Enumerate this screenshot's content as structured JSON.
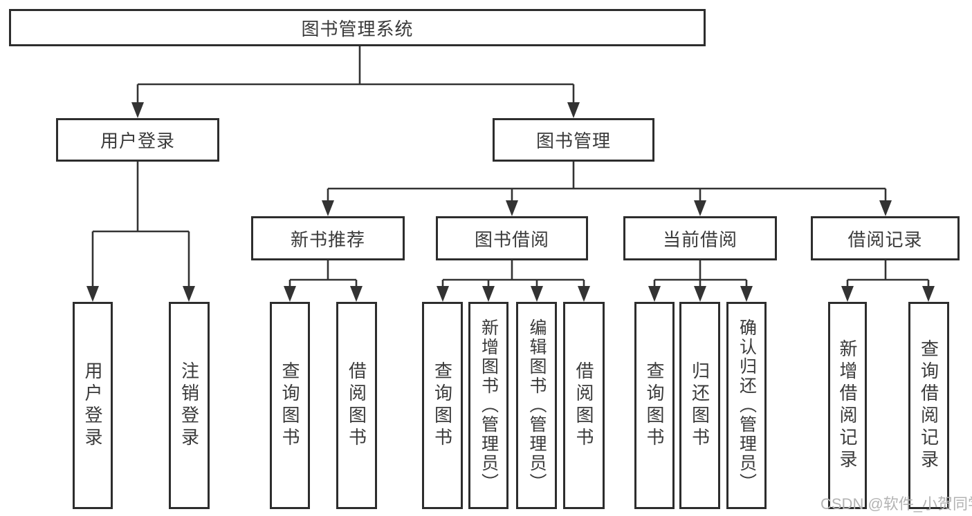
{
  "diagram": {
    "root": {
      "label": "图书管理系统"
    },
    "branches": [
      {
        "label": "用户登录",
        "children": [
          {
            "label": "用户登录"
          },
          {
            "label": "注销登录"
          }
        ]
      },
      {
        "label": "图书管理",
        "groups": [
          {
            "label": "新书推荐",
            "children": [
              {
                "label": "查询图书"
              },
              {
                "label": "借阅图书"
              }
            ]
          },
          {
            "label": "图书借阅",
            "children": [
              {
                "label": "查询图书"
              },
              {
                "label": "新增图书（管理员）"
              },
              {
                "label": "编辑图书（管理员）"
              },
              {
                "label": "借阅图书"
              }
            ]
          },
          {
            "label": "当前借阅",
            "children": [
              {
                "label": "查询图书"
              },
              {
                "label": "归还图书"
              },
              {
                "label": "确认归还（管理员）"
              }
            ]
          },
          {
            "label": "借阅记录",
            "children": [
              {
                "label": "新增借阅记录"
              },
              {
                "label": "查询借阅记录"
              }
            ]
          }
        ]
      }
    ]
  },
  "watermark": {
    "text": "CSDN @软件_小贺同学"
  },
  "colors": {
    "line": "#333333",
    "box_border": "#2d2d2d",
    "text": "#3a3a3a",
    "watermark": "#b3b3b3",
    "background": "#ffffff"
  }
}
